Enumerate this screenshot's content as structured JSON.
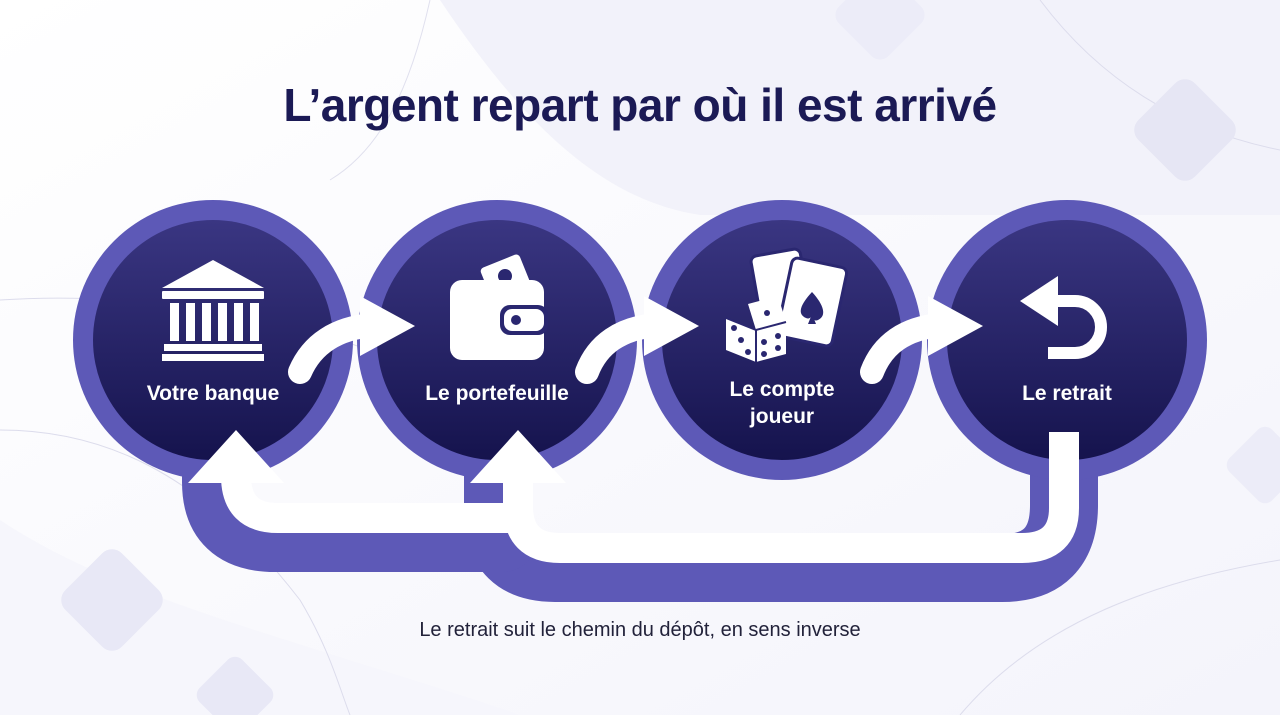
{
  "title": "L’argent repart par où il est arrivé",
  "caption": "Le retrait suit le chemin du dépôt, en sens inverse",
  "colors": {
    "title": "#1b1a55",
    "node_ring": "#5d59b7",
    "node_inner_top": "#39357f",
    "node_inner_bottom": "#15134d",
    "return_band": "#5d59b7",
    "arrow": "#ffffff",
    "background_shape": "#eeeef8"
  },
  "steps": [
    {
      "label": "Votre banque",
      "icon": "bank-icon"
    },
    {
      "label": "Le portefeuille",
      "icon": "wallet-icon"
    },
    {
      "label_lines": [
        "Le compte",
        "joueur"
      ],
      "icon": "cards-dice-icon"
    },
    {
      "label": "Le retrait",
      "icon": "return-arrow-icon"
    }
  ]
}
